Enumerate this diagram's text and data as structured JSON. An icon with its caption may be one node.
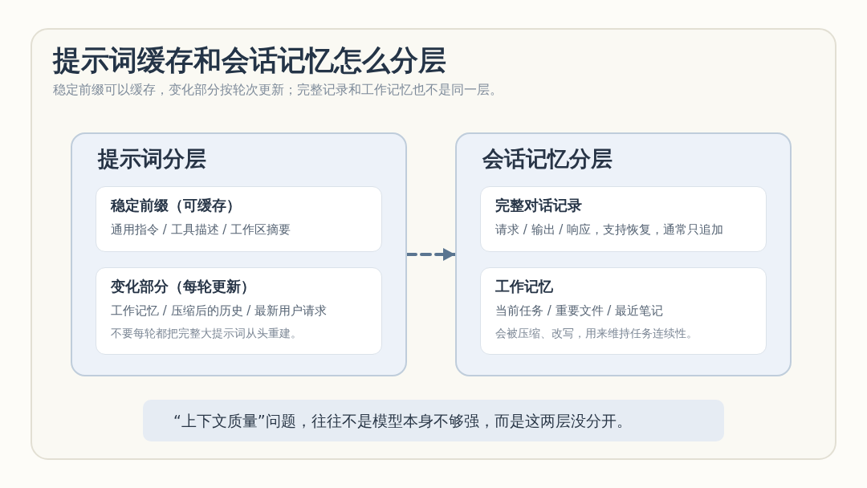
{
  "diagram": {
    "title": "提示词缓存和会话记忆怎么分层",
    "nodes": [
      {
        "text": [
          "提示词分层"
        ]
      },
      {
        "text": [
          "稳定前缀（可缓存）",
          "通用指令 / 工具描述 / 工作区摘要"
        ],
        "in": 0
      },
      {
        "text": [
          "变化部分（每轮更新）",
          "工作记忆 / 压缩后的历史 / 最新用户请求",
          "不要每轮都把完整大提示词从头重建。"
        ],
        "in": 0
      },
      {
        "text": [
          "会话记忆分层"
        ]
      },
      {
        "text": [
          "完整对话记录",
          "请求 / 输出 / 响应，支持恢复，通常只追加"
        ],
        "in": 3
      },
      {
        "text": [
          "工作记忆",
          "当前任务 / 重要文件 / 最近笔记",
          "会被压缩、改写，用来维持任务连续性。"
        ],
        "in": 3
      },
      {
        "text": [
          "“上下文质量”问题，往往不是模型本身不够强，而是这两层没分开。"
        ]
      }
    ],
    "edges": [
      {
        "from": 0,
        "to": 3,
        "arrow": "to",
        "style": "dashed"
      }
    ],
    "labels": [
      "稳定前缀可以缓存，变化部分按轮次更新；完整记录和工作记忆也不是同一层。"
    ]
  }
}
